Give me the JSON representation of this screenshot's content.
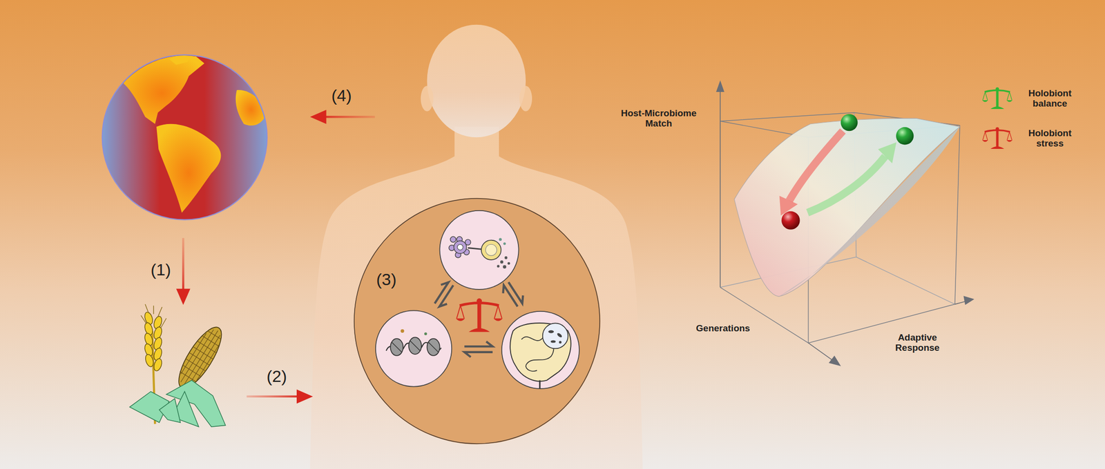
{
  "diagram": {
    "nodes": [
      {
        "text": [
          "(3)"
        ]
      }
    ],
    "labels": [
      "(1)",
      "(2)",
      "(4)",
      "Host-Microbiome Match",
      "Generations",
      "Adaptive Response"
    ],
    "legend": [
      {
        "text": "Holobiont balance",
        "color": "#33b533"
      },
      {
        "text": "Holobiont stress",
        "color": "#d42a1f"
      }
    ]
  }
}
